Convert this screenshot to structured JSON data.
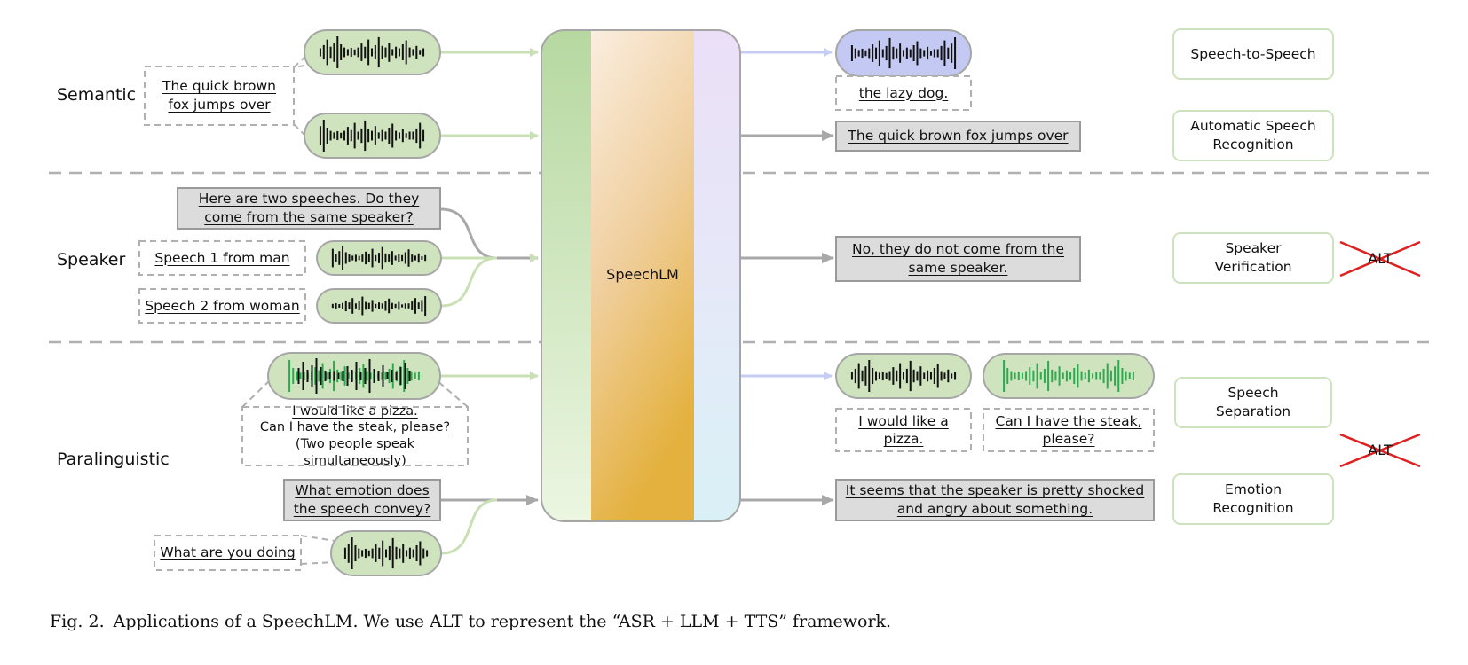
{
  "sections": {
    "semantic": "Semantic",
    "speaker": "Speaker",
    "paralinguistic": "Paralinguistic"
  },
  "center_label": "SpeechLM",
  "inputs": {
    "semantic_text": [
      "The quick brown",
      "fox jumps over"
    ],
    "speaker_prompt": [
      "Here are two speeches. Do they",
      "come from the same speaker?"
    ],
    "speech1": "Speech 1 from man",
    "speech2": "Speech 2 from woman",
    "para_text": [
      "I would like a pizza.",
      "Can I have the steak, please?",
      "(Two people speak simultaneously)"
    ],
    "emotion_prompt": [
      "What emotion does",
      "the speech convey?"
    ],
    "doing_text": "What are you doing"
  },
  "outputs": {
    "s2s_text": "the lazy dog.",
    "asr_text": "The quick brown fox jumps over",
    "sv_text": [
      "No, they do not come from the",
      "same speaker."
    ],
    "sep1_text": [
      "I would like a",
      "pizza."
    ],
    "sep2_text": [
      "Can I have the steak,",
      "please?"
    ],
    "er_text": [
      "It seems that the speaker is pretty shocked",
      "and angry about something."
    ]
  },
  "tasks": {
    "s2s": "Speech-to-Speech",
    "asr": [
      "Automatic Speech",
      "Recognition"
    ],
    "sv": [
      "Speaker",
      "Verification"
    ],
    "sep": [
      "Speech",
      "Separation"
    ],
    "er": [
      "Emotion",
      "Recognition"
    ]
  },
  "alt_label": "ALT",
  "caption": {
    "fig": "Fig. 2.",
    "text": "Applications of a SpeechLM. We use ALT to represent the “ASR + LLM + TTS” framework."
  },
  "colors": {
    "wave_pill_fill": "#cfe3bf",
    "wave_pill_stroke": "#9bbf82",
    "output_pill_fill": "#c3c9f2",
    "gray_box": "#dcdcdc",
    "green_arrow": "#c8e0b4",
    "blue_arrow": "#c6cdf2",
    "gray_arrow": "#a8a8a8",
    "task_border": "#cde3bd",
    "cross": "#e02020",
    "wave_dark": "#111111",
    "wave_green": "#2bab4e"
  }
}
